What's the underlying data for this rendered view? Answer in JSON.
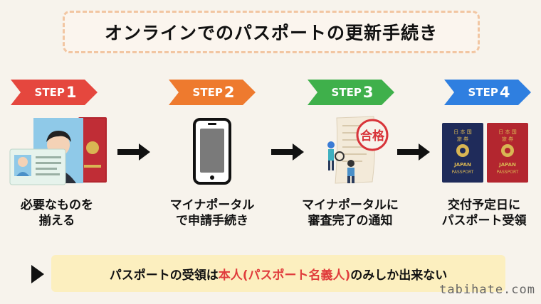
{
  "title": "オンラインでのパスポートの更新手続き",
  "steps": [
    {
      "label": "STEP",
      "number": "1",
      "color": "#e5473e",
      "caption_line1": "必要なものを",
      "caption_line2": "揃える"
    },
    {
      "label": "STEP",
      "number": "2",
      "color": "#ee7a2e",
      "caption_line1": "マイナポータル",
      "caption_line2": "で申請手続き"
    },
    {
      "label": "STEP",
      "number": "3",
      "color": "#3fb04b",
      "caption_line1": "マイナポータルに",
      "caption_line2": "審査完了の通知"
    },
    {
      "label": "STEP",
      "number": "4",
      "color": "#2f7fe0",
      "caption_line1": "交付予定日に",
      "caption_line2": "パスポート受領"
    }
  ],
  "stamp_text": "合格",
  "passport_text": {
    "country": "JAPAN",
    "type": "PASSPORT",
    "jp_line1": "日 本 国",
    "jp_line2": "旅 券"
  },
  "note": {
    "part1": "パスポートの受領は",
    "highlight": "本人(パスポート名義人)",
    "part2": "のみしか出来ない"
  },
  "website": "tabihate.com"
}
